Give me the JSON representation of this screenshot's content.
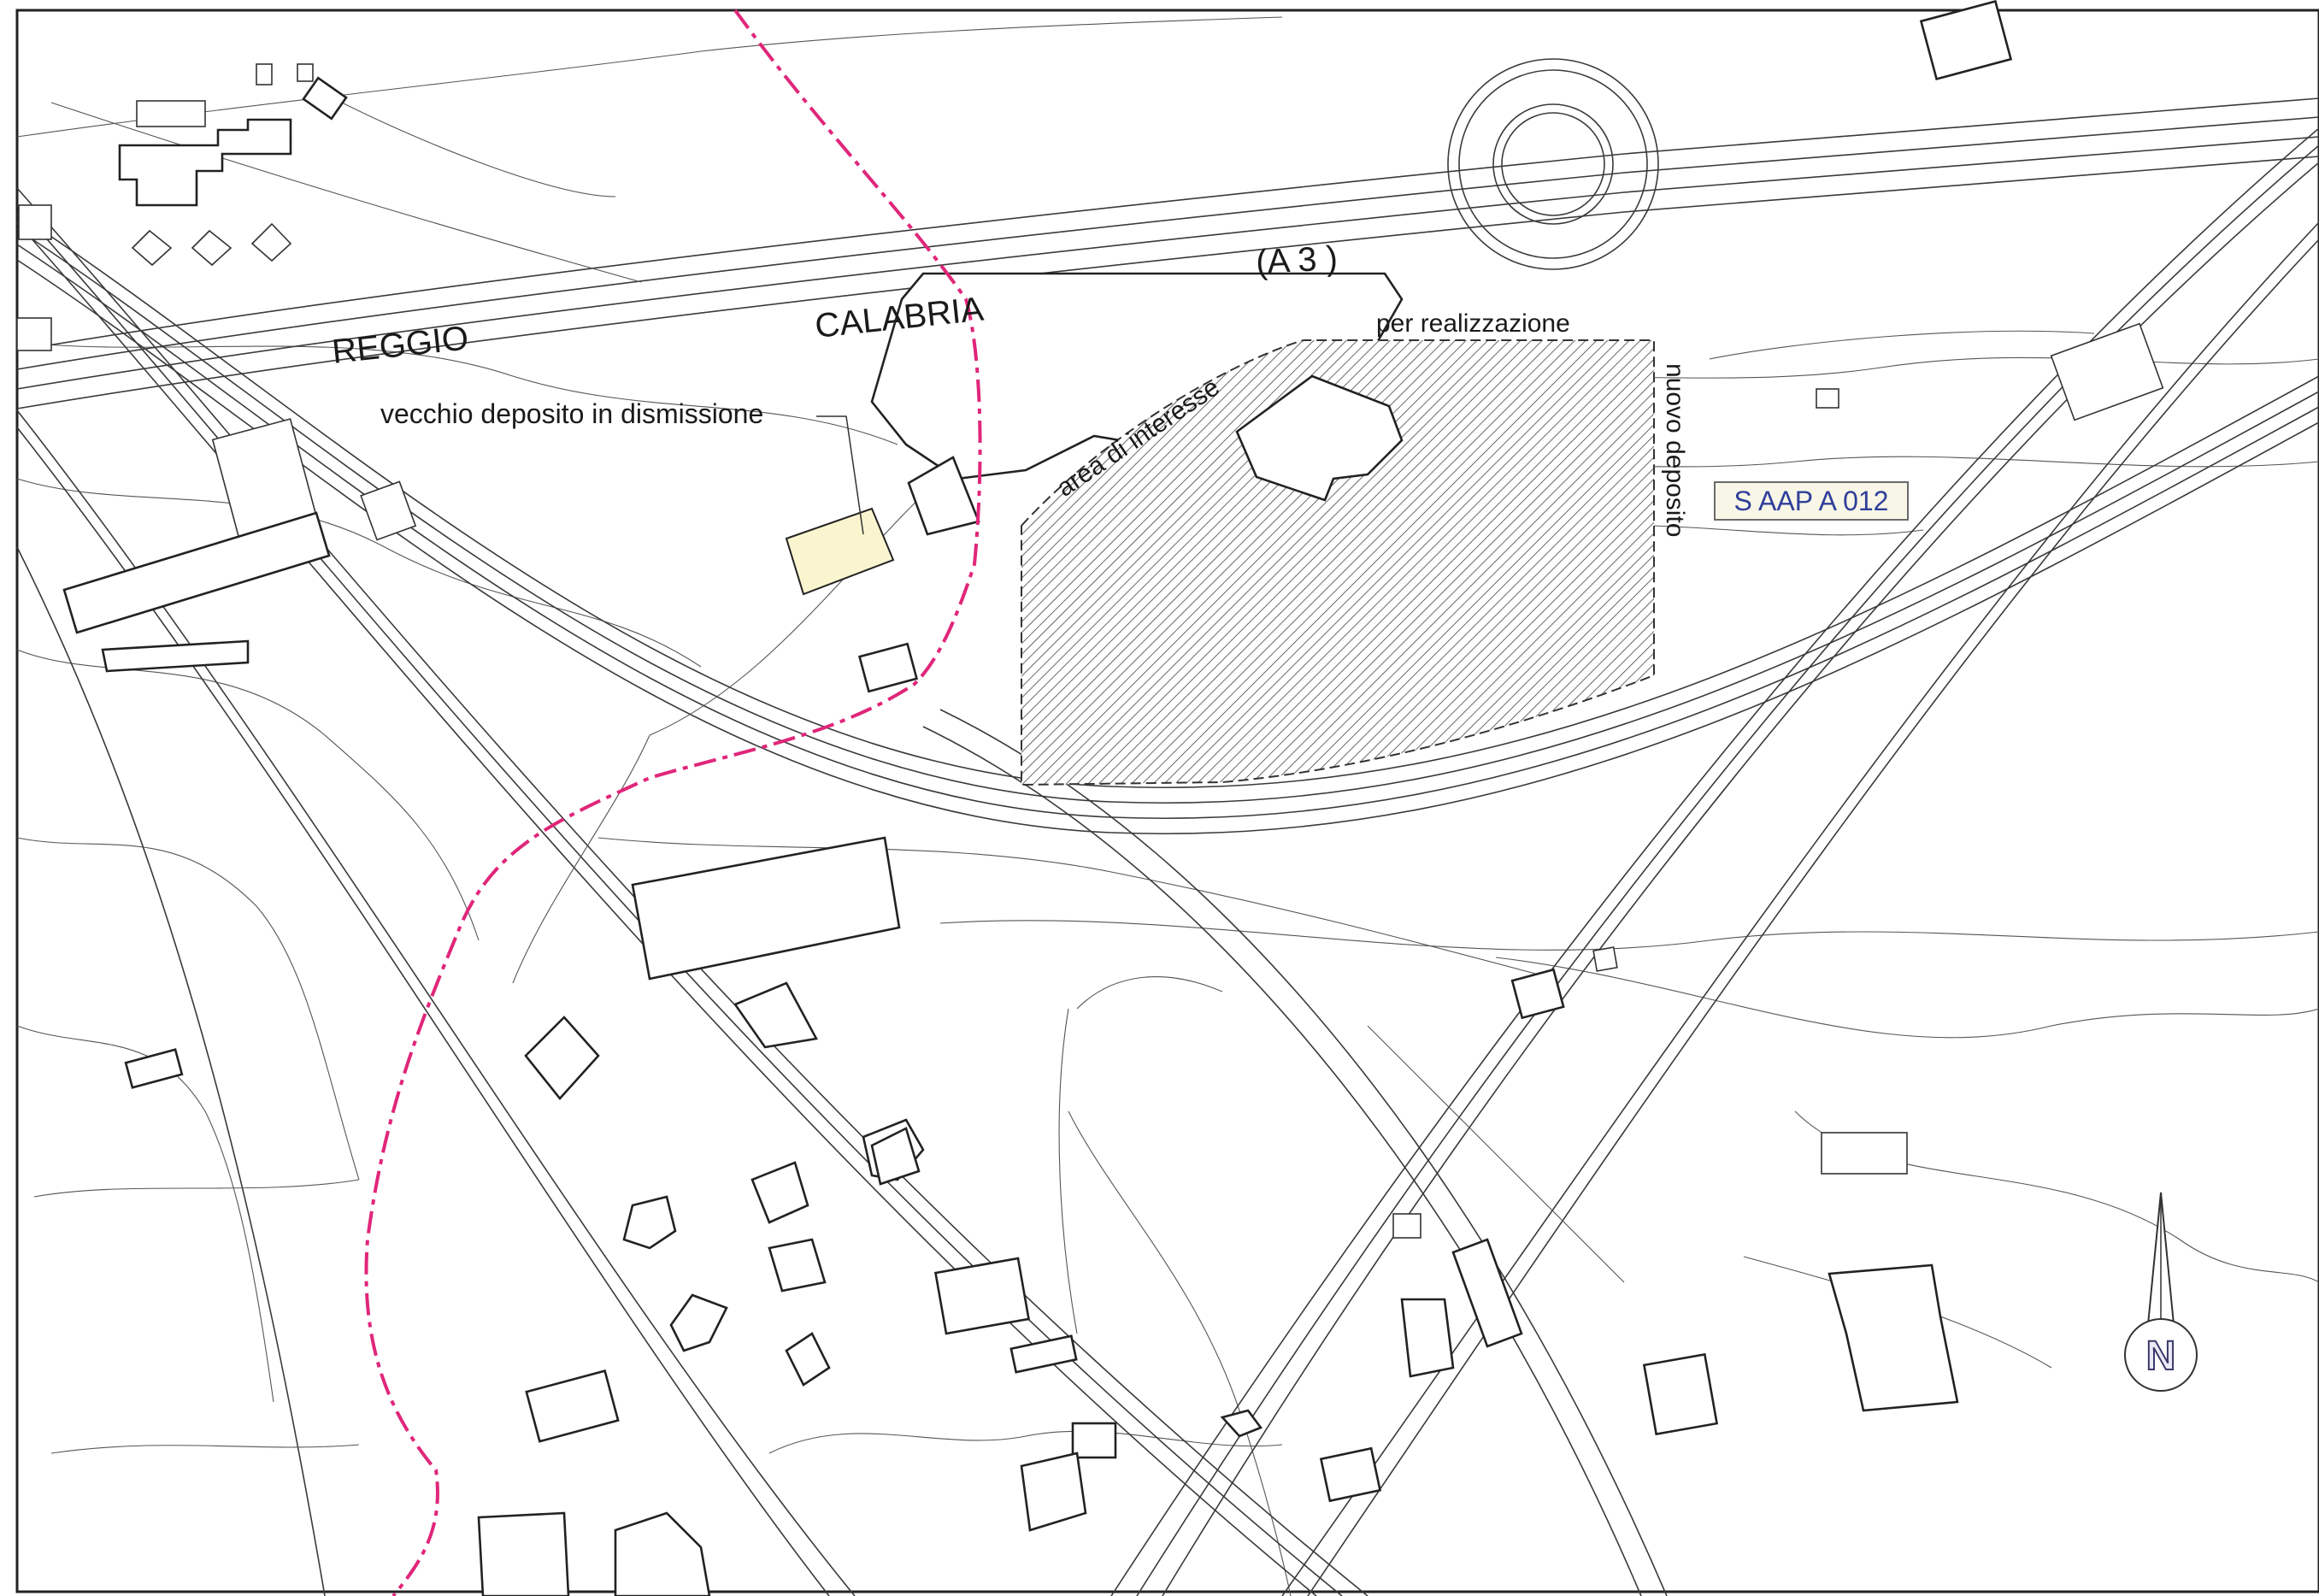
{
  "map": {
    "road_labels": {
      "highway_code": "(A 3 )",
      "word_1": "REGGIO",
      "word_2": "CALABRIA"
    },
    "annotations": {
      "old_depot": "vecchio deposito in dismissione",
      "area_of_interest": "area di interesse",
      "for_construction": "per realizzazione",
      "new_depot": "nuovo deposito"
    },
    "code_label": "S AAP A 012",
    "north_arrow_label": "N",
    "colors": {
      "boundary_line": "#e0267a",
      "old_depot_fill": "#fbf5cf",
      "hatch": "#444444",
      "code_text": "#2f3f9a"
    }
  }
}
